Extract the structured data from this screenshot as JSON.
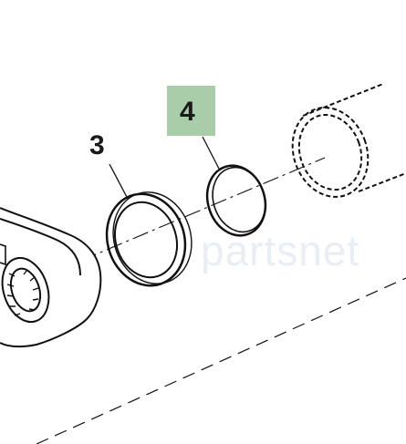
{
  "callouts": [
    {
      "id": "3",
      "label": "3",
      "highlighted": false
    },
    {
      "id": "4",
      "label": "4",
      "highlighted": true,
      "highlight_color": "#a9cca9"
    }
  ],
  "watermark": {
    "text": "partsnet"
  },
  "colors": {
    "line": "#111111",
    "highlight": "#a9cca9",
    "background": "#ffffff"
  }
}
